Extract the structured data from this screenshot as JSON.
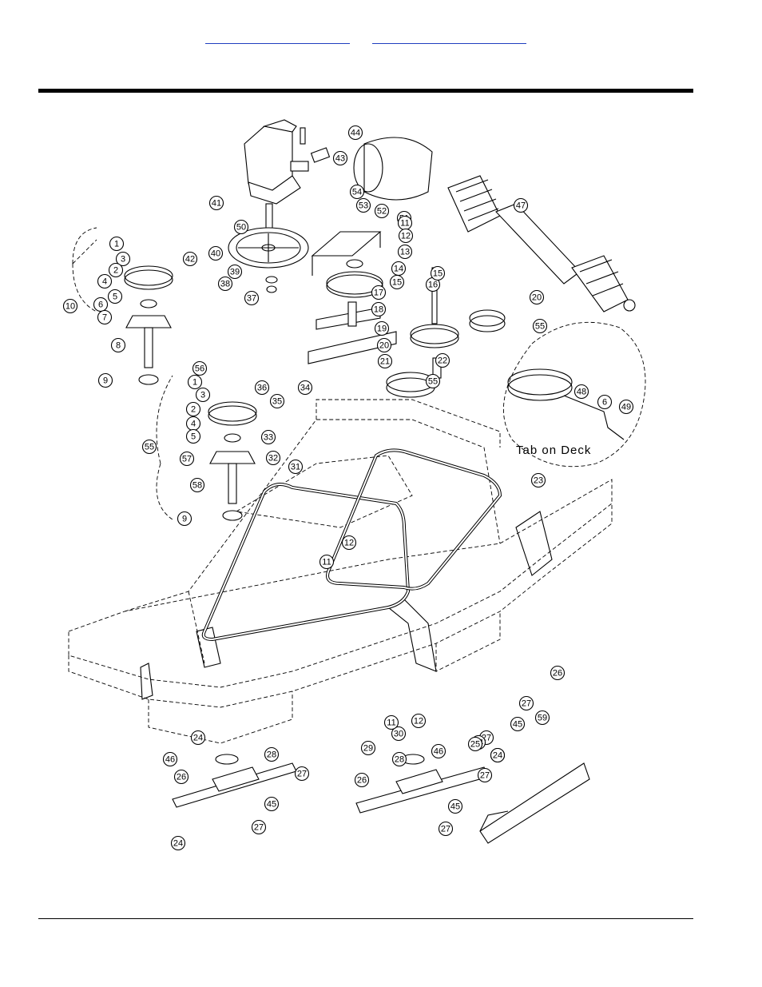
{
  "header": {
    "link_1": "",
    "link_2": ""
  },
  "diagram": {
    "inset_label": "Tab on Deck",
    "callouts": [
      "1",
      "3",
      "2",
      "4",
      "5",
      "6",
      "7",
      "8",
      "9",
      "10",
      "41",
      "42",
      "43",
      "44",
      "50",
      "40",
      "39",
      "38",
      "37",
      "54",
      "53",
      "52",
      "51",
      "11",
      "12",
      "13",
      "14",
      "15",
      "16",
      "17",
      "18",
      "19",
      "20",
      "21",
      "15",
      "20",
      "55",
      "47",
      "56",
      "1",
      "3",
      "2",
      "4",
      "5",
      "57",
      "58",
      "9",
      "55",
      "36",
      "35",
      "34",
      "33",
      "32",
      "31",
      "22",
      "55",
      "48",
      "6",
      "49",
      "23",
      "12",
      "11",
      "26",
      "27",
      "45",
      "27",
      "59",
      "30",
      "29",
      "12",
      "11",
      "24",
      "25",
      "24",
      "46",
      "28",
      "26",
      "27",
      "45",
      "27",
      "24",
      "25",
      "24",
      "46",
      "28",
      "26",
      "27",
      "45",
      "27"
    ]
  }
}
